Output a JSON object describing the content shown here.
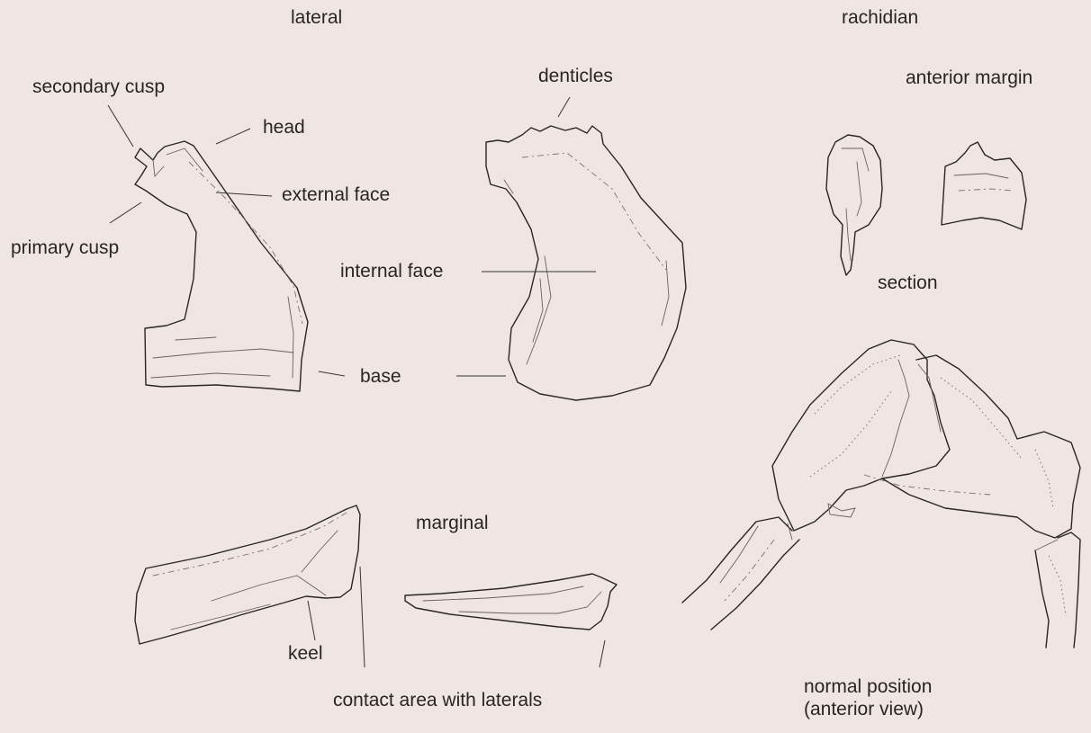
{
  "headings": {
    "lateral": "lateral",
    "rachidian": "rachidian",
    "marginal": "marginal"
  },
  "labels": {
    "secondary_cusp": "secondary cusp",
    "head": "head",
    "external_face": "external face",
    "primary_cusp": "primary cusp",
    "denticles": "denticles",
    "internal_face": "internal face",
    "base": "base",
    "anterior_margin": "anterior margin",
    "section": "section",
    "keel": "keel",
    "contact_area": "contact area with laterals",
    "normal_position_line1": "normal position",
    "normal_position_line2": "(anterior view)"
  }
}
